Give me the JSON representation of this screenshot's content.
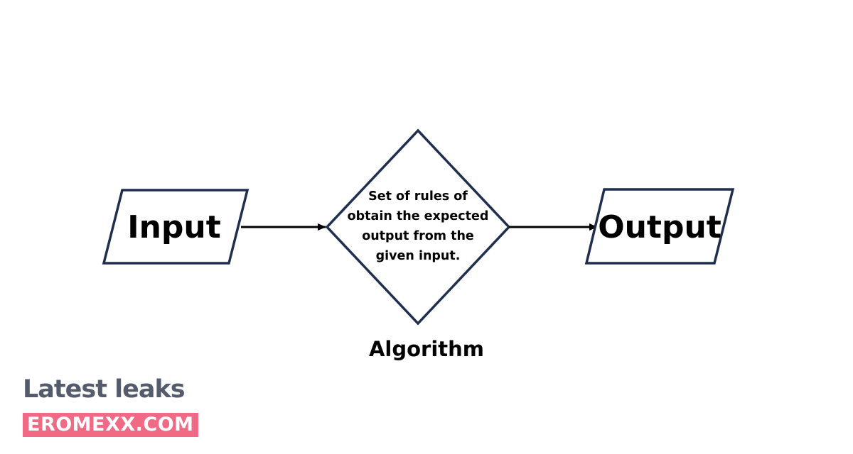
{
  "diagram": {
    "input_label": "Input",
    "output_label": "Output",
    "algorithm_rule_lines": [
      "Set of rules of",
      "obtain the expected",
      "output from the",
      "given input."
    ],
    "algorithm_caption": "Algorithm"
  },
  "watermark": {
    "line1": "Latest leaks",
    "line2": "EROMEXX.COM"
  },
  "colors": {
    "shape_stroke": "#1f2f4d",
    "arrow": "#000000",
    "watermark_text": "#545b6d",
    "watermark_badge": "#f06a86"
  }
}
